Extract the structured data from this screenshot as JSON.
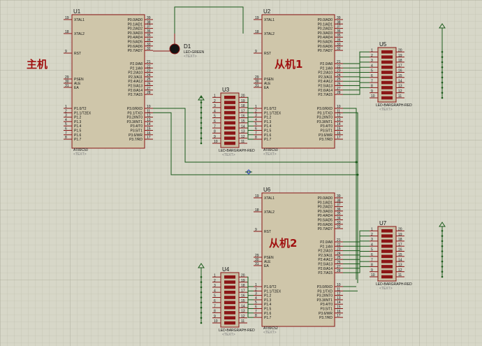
{
  "pin_labels": {
    "xtal1": "XTAL1",
    "xtal2": "XTAL2",
    "rst": "RST",
    "psen": "PSEN",
    "ale": "ALE",
    "ea": "EA",
    "p0": [
      "P0.0/AD0",
      "P0.1/AD1",
      "P0.2/AD2",
      "P0.3/AD3",
      "P0.4/AD4",
      "P0.5/AD5",
      "P0.6/AD6",
      "P0.7/AD7"
    ],
    "p2": [
      "P2.0/A8",
      "P2.1/A9",
      "P2.2/A10",
      "P2.3/A11",
      "P2.4/A12",
      "P2.5/A13",
      "P2.6/A14",
      "P2.7/A15"
    ],
    "p1": [
      "P1.0/T2",
      "P1.1/T2EX",
      "P1.2",
      "P1.3",
      "P1.4",
      "P1.5",
      "P1.6",
      "P1.7"
    ],
    "p3": [
      "P3.0/RXD",
      "P3.1/TXD",
      "P3.2/INT0",
      "P3.3/INT1",
      "P3.4/T0",
      "P3.5/T1",
      "P3.6/WR",
      "P3.7/RD"
    ]
  },
  "pin_numbers": {
    "xtal1": "19",
    "xtal2": "18",
    "rst": "9",
    "psen": "29",
    "ale": "30",
    "ea": "31",
    "p0": [
      "39",
      "38",
      "37",
      "36",
      "35",
      "34",
      "33",
      "32"
    ],
    "p2": [
      "21",
      "22",
      "23",
      "24",
      "25",
      "26",
      "27",
      "28"
    ],
    "p1": [
      "1",
      "2",
      "3",
      "4",
      "5",
      "6",
      "7",
      "8"
    ],
    "p3": [
      "10",
      "11",
      "12",
      "13",
      "14",
      "15",
      "16",
      "17"
    ],
    "bar_left": [
      "1",
      "2",
      "3",
      "4",
      "5",
      "6",
      "7",
      "8",
      "9",
      "10"
    ],
    "bar_right": [
      "20",
      "19",
      "18",
      "17",
      "16",
      "15",
      "14",
      "13",
      "12",
      "11"
    ]
  },
  "text_placeholder": "<TEXT>",
  "mcus": [
    {
      "id": "mcu-u1",
      "ref": "U1",
      "part": "AT89C50",
      "role": "主机"
    },
    {
      "id": "mcu-u2",
      "ref": "U2",
      "part": "AT89C50",
      "role": "从机1"
    },
    {
      "id": "mcu-u6",
      "ref": "U6",
      "part": "AT89C52",
      "role": "从机2"
    }
  ],
  "bargraphs": [
    {
      "id": "bargraph-u3",
      "ref": "U3",
      "part": "LED-BARGRAPH-RED"
    },
    {
      "id": "bargraph-u5",
      "ref": "U5",
      "part": "LED-BARGRAPH-RED"
    },
    {
      "id": "bargraph-u4",
      "ref": "U4",
      "part": "LED-BARGRAPH-RED"
    },
    {
      "id": "bargraph-u7",
      "ref": "U7",
      "part": "LED-BARGRAPH-RED"
    }
  ],
  "led": {
    "ref": "D1",
    "part": "LED-GREEN"
  },
  "colors": {
    "wire": "#1a5a1a",
    "component_outline": "#8a1414",
    "chip_fill": "#cfc6aa",
    "role_label": "#a01010",
    "grid_background": "#d7d7c8"
  },
  "icons": {
    "power_terminal": "power-arrow-icon",
    "probe_marker": "diamond-marker-icon"
  }
}
